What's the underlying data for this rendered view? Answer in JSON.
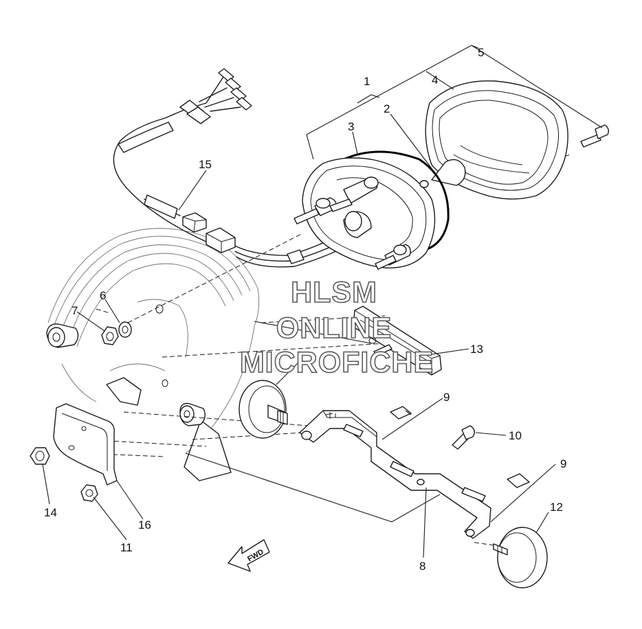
{
  "watermark": {
    "line1": "HLSM",
    "line2": "ONLINE",
    "line3": "MICROFICHE"
  },
  "direction_label": "FWD",
  "callouts": {
    "c1": "1",
    "c2": "2",
    "c3": "3",
    "c4": "4",
    "c5": "5",
    "c6": "6",
    "c7": "7",
    "c8": "8",
    "c9a": "9",
    "c9b": "9",
    "c10": "10",
    "c11": "11",
    "c12": "12",
    "c13": "13",
    "c14": "14",
    "c15": "15",
    "c16": "16"
  }
}
